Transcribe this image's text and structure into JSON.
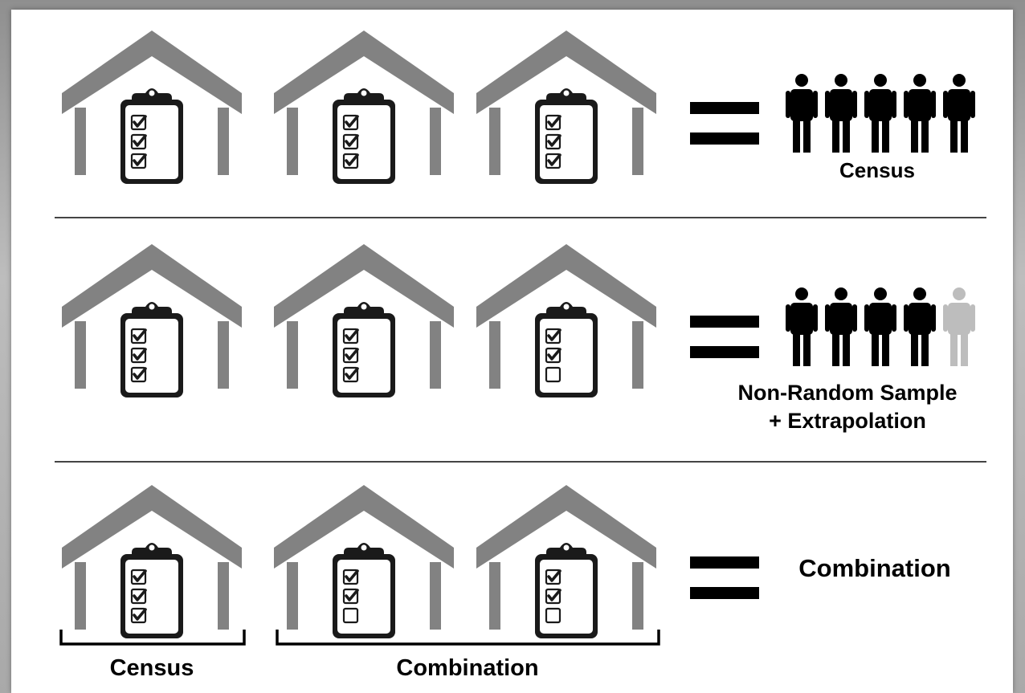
{
  "colors": {
    "house": "#828282",
    "clipboard": "#1a1a1a",
    "person": "#000000",
    "person_missing": "#bdbdbd",
    "divider": "#444444"
  },
  "icons": [
    "house-icon",
    "clipboard-icon",
    "checkbox-checked-icon",
    "checkbox-empty-icon",
    "person-icon",
    "equals-sign-icon"
  ],
  "rows": [
    {
      "clipboards": [
        [
          true,
          true,
          true
        ],
        [
          true,
          true,
          true
        ],
        [
          true,
          true,
          true
        ]
      ],
      "persons_present": 5,
      "persons_missing": 0,
      "result_label": "Census"
    },
    {
      "clipboards": [
        [
          true,
          true,
          true
        ],
        [
          true,
          true,
          true
        ],
        [
          true,
          true,
          false
        ]
      ],
      "persons_present": 4,
      "persons_missing": 1,
      "result_label_line1": "Non-Random Sample",
      "result_label_line2": "+ Extrapolation"
    },
    {
      "clipboards": [
        [
          true,
          true,
          true
        ],
        [
          true,
          true,
          false
        ],
        [
          true,
          true,
          false
        ]
      ],
      "result_label": "Combination",
      "bracket_left_label": "Census",
      "bracket_right_label": "Combination"
    }
  ]
}
